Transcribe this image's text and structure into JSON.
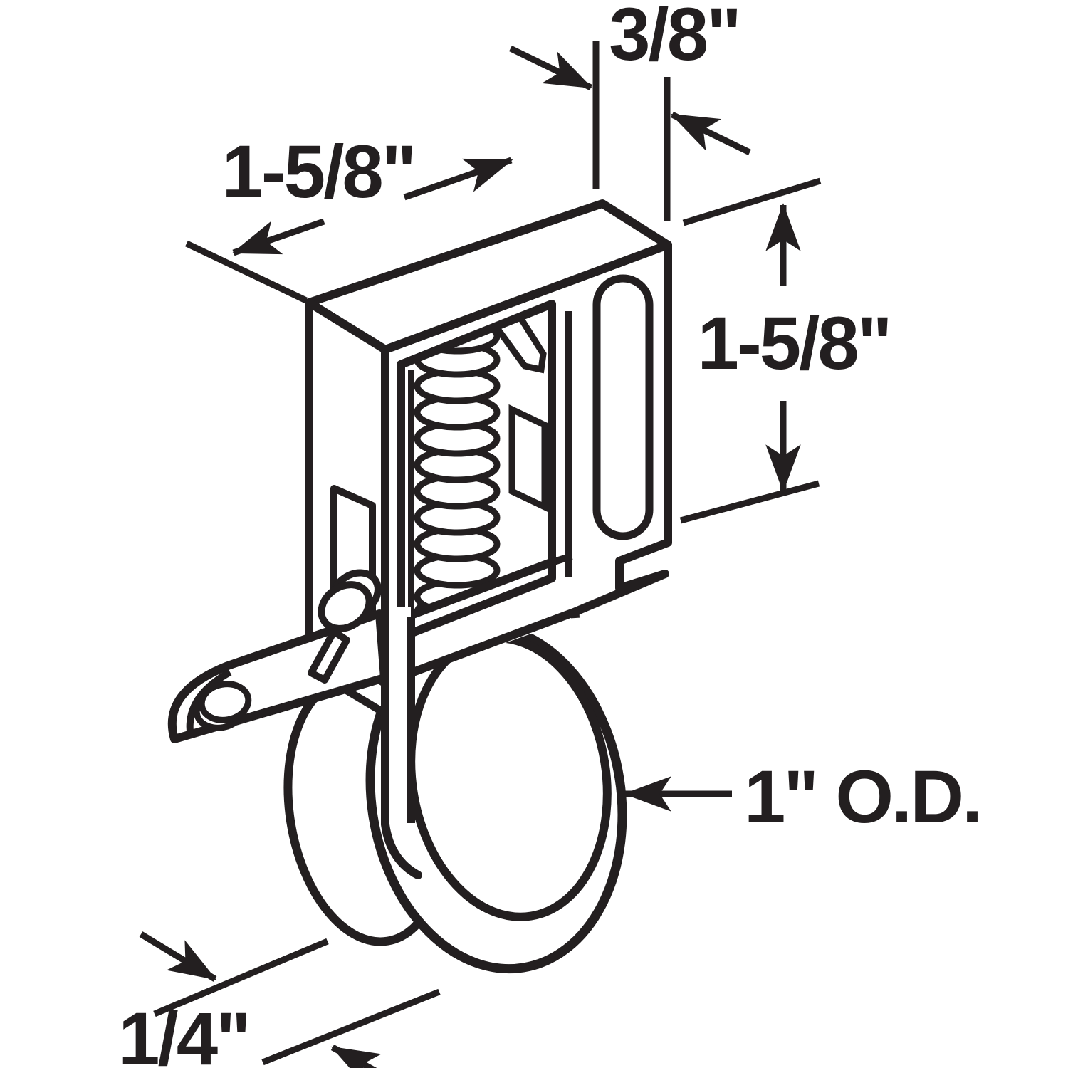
{
  "colors": {
    "line": "#231f20",
    "background": "#ffffff"
  },
  "dimensions": {
    "top_depth": "3/8\"",
    "width_top": "1-5/8\"",
    "height_right": "1-5/8\"",
    "wheel_outer_diameter": "1\" O.D.",
    "bottom_offset": "1/4\""
  }
}
